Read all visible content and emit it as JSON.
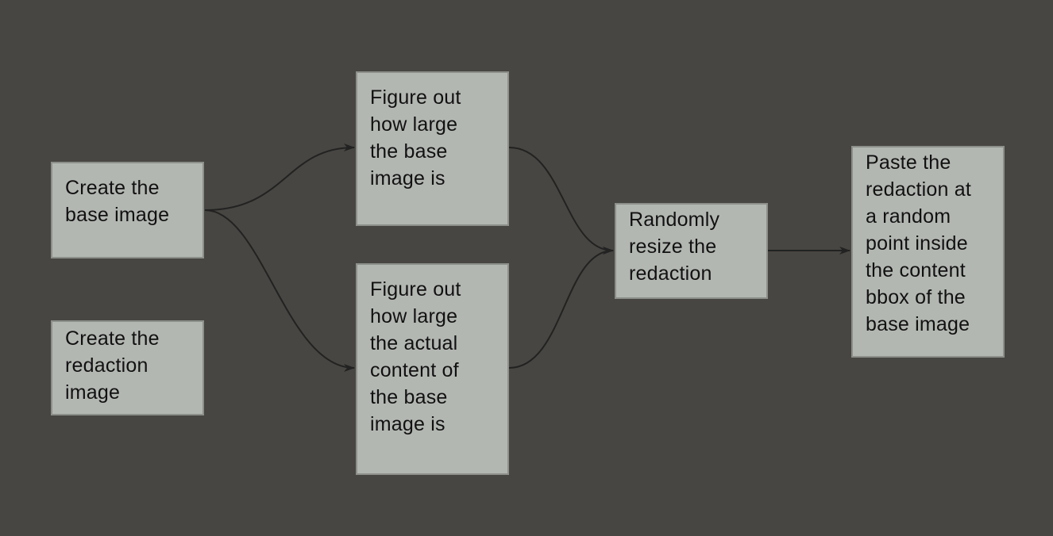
{
  "nodes": [
    {
      "id": "create-base",
      "lines": [
        "Create the",
        "base image"
      ]
    },
    {
      "id": "create-redaction",
      "lines": [
        "Create the",
        "redaction",
        "image"
      ]
    },
    {
      "id": "size-base",
      "lines": [
        "Figure out",
        "how large",
        "the base",
        "image is"
      ]
    },
    {
      "id": "size-content",
      "lines": [
        "Figure out",
        "how large",
        "the actual",
        "content of",
        "the base",
        "image is"
      ]
    },
    {
      "id": "resize",
      "lines": [
        "Randomly",
        "resize the",
        "redaction"
      ]
    },
    {
      "id": "paste",
      "lines": [
        "Paste the",
        "redaction at",
        "a random",
        "point inside",
        "the content",
        "bbox of the",
        "base image"
      ]
    }
  ],
  "edges": [
    {
      "from": "create-base",
      "to": "size-base"
    },
    {
      "from": "create-base",
      "to": "size-content"
    },
    {
      "from": "size-base",
      "to": "resize"
    },
    {
      "from": "size-content",
      "to": "resize"
    },
    {
      "from": "resize",
      "to": "paste"
    }
  ],
  "colors": {
    "background": "#484642",
    "node_fill": "#b3b7b2",
    "node_border": "#8c8f8a",
    "edge": "#222222"
  }
}
